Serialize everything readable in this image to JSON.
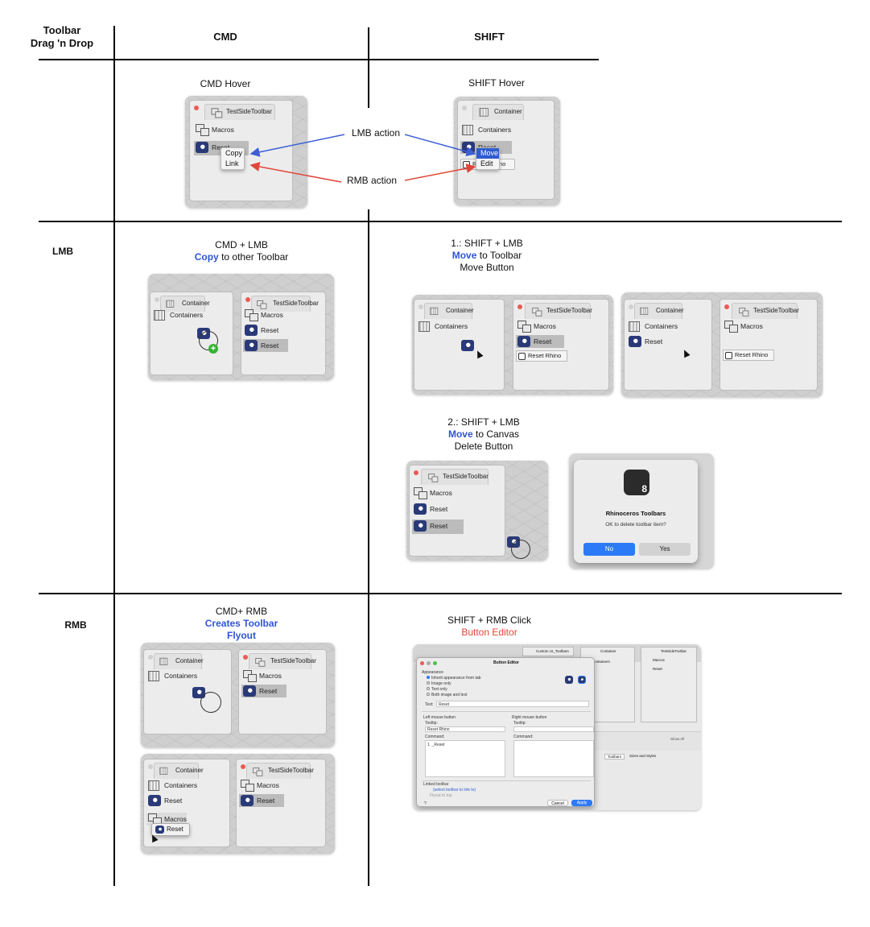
{
  "headers": {
    "corner_line1": "Toolbar",
    "corner_line2": "Drag 'n Drop",
    "col_cmd": "CMD",
    "col_shift": "SHIFT",
    "row_lmb": "LMB",
    "row_rmb": "RMB"
  },
  "hover_row": {
    "cmd_caption": "CMD Hover",
    "shift_caption": "SHIFT Hover",
    "lmb_action": "LMB action",
    "rmb_action": "RMB action",
    "cmd_panel": {
      "tab": "TestSideToolbar",
      "items": [
        "Macros",
        "Reset"
      ],
      "menu": [
        "Copy",
        "Link"
      ]
    },
    "shift_panel": {
      "tab": "Container",
      "items": [
        "Containers",
        "Reset"
      ],
      "menu": [
        "Move",
        "Edit"
      ],
      "behind_item": "Reset Rhino"
    }
  },
  "lmb_row": {
    "cmd_caption_line1": "CMD + LMB",
    "cmd_caption_keyword": "Copy",
    "cmd_caption_rest": " to other Toolbar",
    "shift1_line1": "1.: SHIFT + LMB",
    "shift1_keyword": "Move",
    "shift1_rest": " to Toolbar",
    "shift1_line3": "Move Button",
    "shift2_line1": "2.: SHIFT + LMB",
    "shift2_keyword": "Move",
    "shift2_rest": " to Canvas",
    "shift2_line3": "Delete Button",
    "panels": {
      "container_tab": "Container",
      "containers": "Containers",
      "side_tab": "TestSideToolbar",
      "macros": "Macros",
      "reset": "Reset",
      "reset_rhino": "Reset Rhino"
    },
    "dialog": {
      "title": "Rhinoceros Toolbars",
      "message": "OK to delete toolbar item?",
      "no": "No",
      "yes": "Yes",
      "icon_badge": "8"
    }
  },
  "rmb_row": {
    "cmd_caption_line1": "CMD+ RMB",
    "cmd_caption_line2": "Creates Toolbar",
    "cmd_caption_line3": "Flyout",
    "shift_caption_line1": "SHIFT + RMB Click",
    "shift_caption_line2": "Button Editor",
    "flyout": {
      "macros": "Macros",
      "reset": "Reset"
    },
    "editor": {
      "title": "Button Editor",
      "appearance": "Appearance",
      "options": [
        "Inherit appearance from tab",
        "Image only",
        "Text only",
        "Both image and text"
      ],
      "text_label": "Text:",
      "text_value": "Reset",
      "left_group": "Left mouse button",
      "right_group": "Right mouse button",
      "tooltip_label": "Tooltip:",
      "tooltip_value": "Reset Rhino",
      "command_label": "Command:",
      "command_value": "1. _Reset",
      "linked_toolbar": "Linked toolbar",
      "linked_value": "(select toolbar to link to)",
      "flyout_label": "Flyout to top",
      "cancel": "Cancel",
      "apply": "Apply",
      "help": "?",
      "bg_tab1": "Custom UI_Toolbars",
      "bg_tab2": "Container",
      "bg_tab3": "TestSideToolbar",
      "bg_macros": "Macros",
      "bg_reset": "Reset",
      "bg_containers": "Containers",
      "bg_toolbars": "Toolbars",
      "bg_sizes": "Sizes and Styles",
      "bg_showall": "Show All"
    }
  },
  "colors": {
    "accent_blue": "#2f55d4",
    "accent_red": "#e0463a",
    "lmb_arrow": "#3d5fd6",
    "rmb_arrow": "#e0463a"
  }
}
